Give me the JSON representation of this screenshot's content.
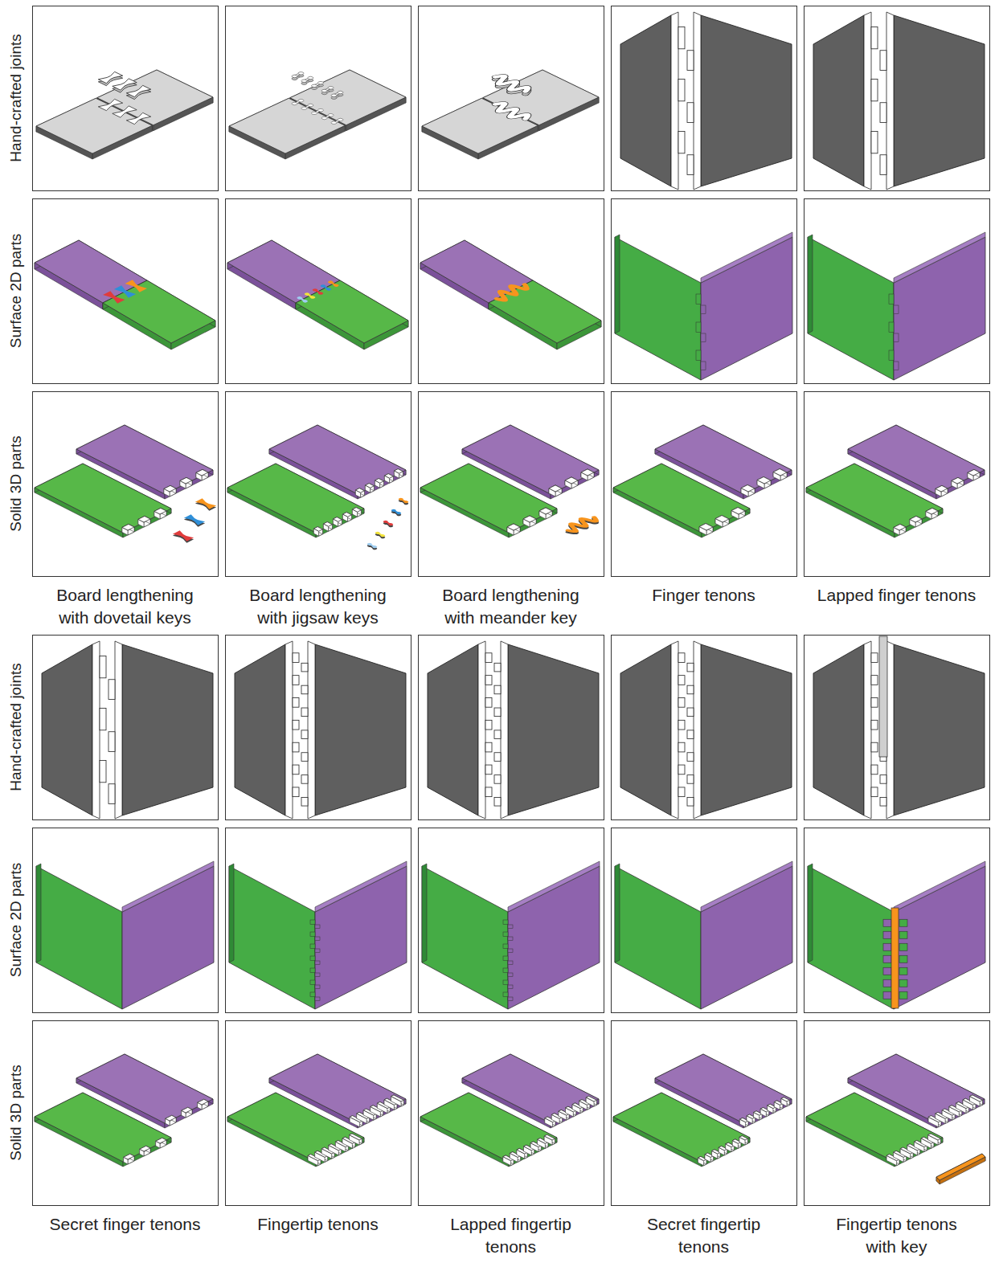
{
  "diagram": {
    "labels": [
      "Hand-crafted joints",
      "Surface 2D parts",
      "Solid 3D parts",
      "Board lengthening with dovetail keys",
      "Board lengthening with jigsaw keys",
      "Board lengthening with meander key",
      "Finger tenons",
      "Lapped finger tenons",
      "Hand-crafted joints",
      "Surface 2D parts",
      "Solid 3D parts",
      "Secret finger tenons",
      "Fingertip tenons",
      "Lapped fingertip tenons",
      "Secret fingertip tenons",
      "Fingertip tenons with key"
    ]
  }
}
